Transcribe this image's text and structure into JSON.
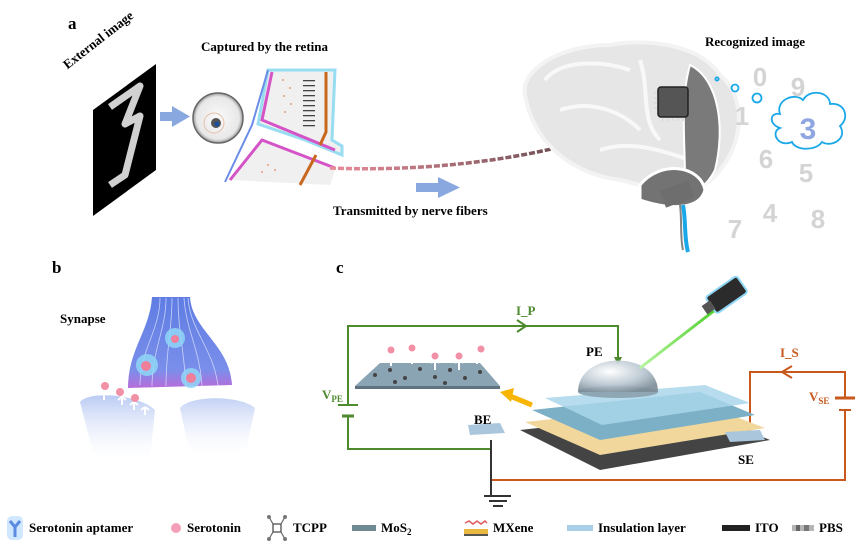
{
  "panels": {
    "a": {
      "label": "a",
      "external_image": "External image",
      "captured": "Captured by the retina",
      "transmitted": "Transmitted by nerve fibers",
      "recognized": "Recognized image",
      "recognized_digit": "3",
      "scattered_digits": [
        "0",
        "9",
        "1",
        "6",
        "5",
        "7",
        "4",
        "8"
      ]
    },
    "b": {
      "label": "b",
      "synapse": "Synapse"
    },
    "c": {
      "label": "c",
      "current_p": "I_P",
      "current_s": "I_S",
      "v_pe_main": "V",
      "v_pe_sub": "PE",
      "v_se_main": "V",
      "v_se_sub": "SE",
      "pe": "PE",
      "be": "BE",
      "se": "SE"
    }
  },
  "colors": {
    "green_circuit": "#4e8a2e",
    "orange_circuit": "#c8581c",
    "arrow_blue": "#8aa8e0",
    "cloud_blue": "#1aa8e8",
    "digit_gray": "#d4d4d4",
    "recognized_digit": "#8fa6e0",
    "laser_green": "#6fe04a",
    "yellow_arrow": "#f7b400"
  },
  "legend": [
    {
      "icon": "serotonin-aptamer-icon",
      "label": "Serotonin aptamer"
    },
    {
      "icon": "serotonin-icon",
      "label": "Serotonin"
    },
    {
      "icon": "tcpp-icon",
      "label": "TCPP"
    },
    {
      "icon": "mos2-icon",
      "label": "MoS",
      "sub": "2"
    },
    {
      "icon": "mxene-icon",
      "label": "MXene"
    },
    {
      "icon": "insulation-layer-icon",
      "label": "Insulation layer"
    },
    {
      "icon": "ito-icon",
      "label": "ITO"
    },
    {
      "icon": "pbs-icon",
      "label": "PBS"
    }
  ]
}
